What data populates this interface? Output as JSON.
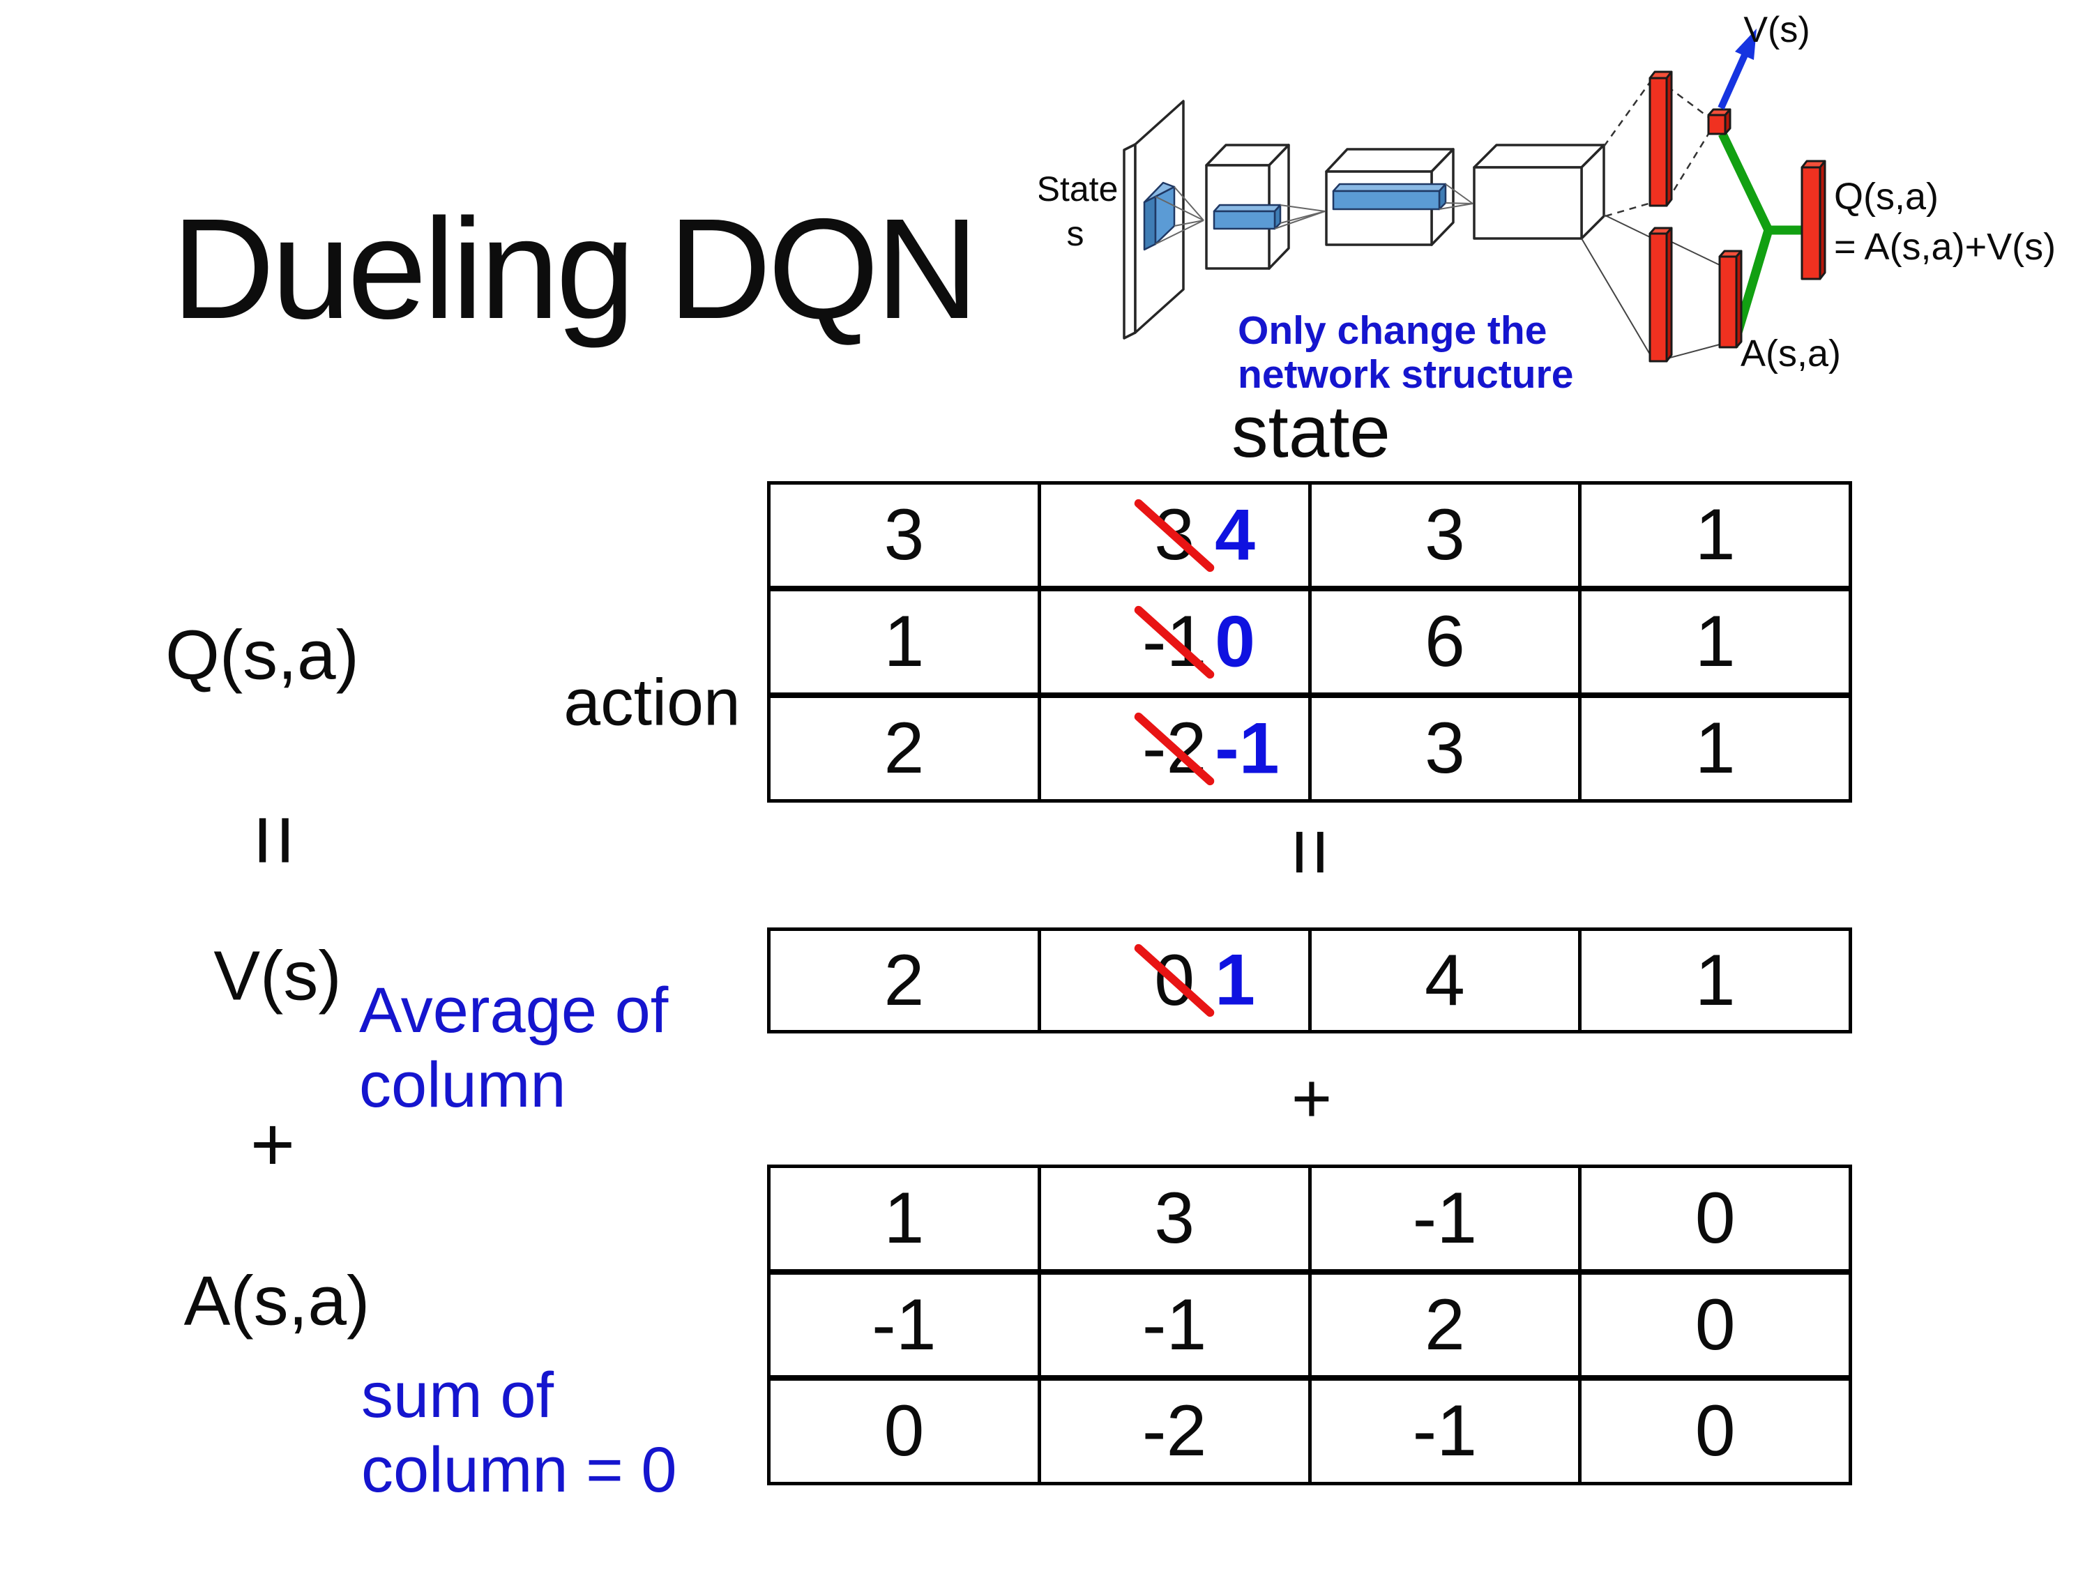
{
  "slide": {
    "title": "Dueling DQN"
  },
  "diagram": {
    "state_label": "State",
    "state_sub": "s",
    "v_output_label": "V(s)",
    "q_output_label": "Q(s,a)",
    "q_output_formula": "= A(s,a)+V(s)",
    "a_output_label": "A(s,a)",
    "note_line1": "Only change the",
    "note_line2": "network structure",
    "colors": {
      "conv_blue": "#5B9BD5",
      "conv_blue_light": "#8AB9E4",
      "conv_blue_dark": "#3F7DB5",
      "conv_stroke": "#1F3864",
      "bar_red": "#F03120",
      "bar_red_dark": "#B7170A",
      "bar_red_light": "#F4503A",
      "branch_green": "#12A012",
      "arrow_blue": "#1634E0",
      "outline": "#262626"
    }
  },
  "matrix_section": {
    "state_header": "state",
    "action_label": "action",
    "q_label": "Q(s,a)",
    "equals_left": "=",
    "v_label": "V(s)",
    "avg_note_line1": "Average of",
    "avg_note_line2": "column",
    "plus_left": "+",
    "a_label": "A(s,a)",
    "sum_note_line1": "sum of",
    "sum_note_line2": "column = 0",
    "equals_mid": "=",
    "plus_mid": "+",
    "colors": {
      "strike_red": "#E81414",
      "highlight_blue": "#0F12E0",
      "note_blue": "#1515CE"
    },
    "q_table": {
      "rows": [
        [
          {
            "v": "3"
          },
          {
            "old": "3",
            "new": "4"
          },
          {
            "v": "3"
          },
          {
            "v": "1"
          }
        ],
        [
          {
            "v": "1"
          },
          {
            "old": "-1",
            "new": "0"
          },
          {
            "v": "6"
          },
          {
            "v": "1"
          }
        ],
        [
          {
            "v": "2"
          },
          {
            "old": "-2",
            "new": "-1"
          },
          {
            "v": "3"
          },
          {
            "v": "1"
          }
        ]
      ]
    },
    "v_table": {
      "rows": [
        [
          {
            "v": "2"
          },
          {
            "old": "0",
            "new": "1"
          },
          {
            "v": "4"
          },
          {
            "v": "1"
          }
        ]
      ]
    },
    "a_table": {
      "rows": [
        [
          {
            "v": "1"
          },
          {
            "v": "3"
          },
          {
            "v": "-1"
          },
          {
            "v": "0"
          }
        ],
        [
          {
            "v": "-1"
          },
          {
            "v": "-1"
          },
          {
            "v": "2"
          },
          {
            "v": "0"
          }
        ],
        [
          {
            "v": "0"
          },
          {
            "v": "-2"
          },
          {
            "v": "-1"
          },
          {
            "v": "0"
          }
        ]
      ]
    }
  }
}
